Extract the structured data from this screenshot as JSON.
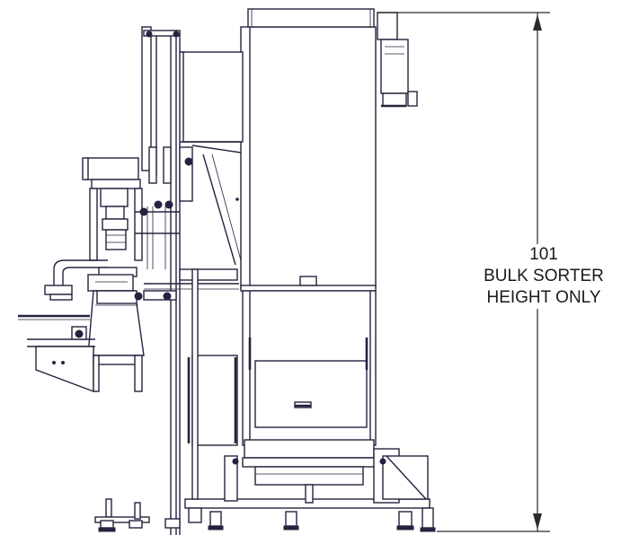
{
  "dimension": {
    "value": "101",
    "line1": "BULK SORTER",
    "line2": "HEIGHT ONLY"
  },
  "colors": {
    "linework": "#23233f",
    "dimension": "#2a2a2a",
    "background": "#ffffff"
  }
}
